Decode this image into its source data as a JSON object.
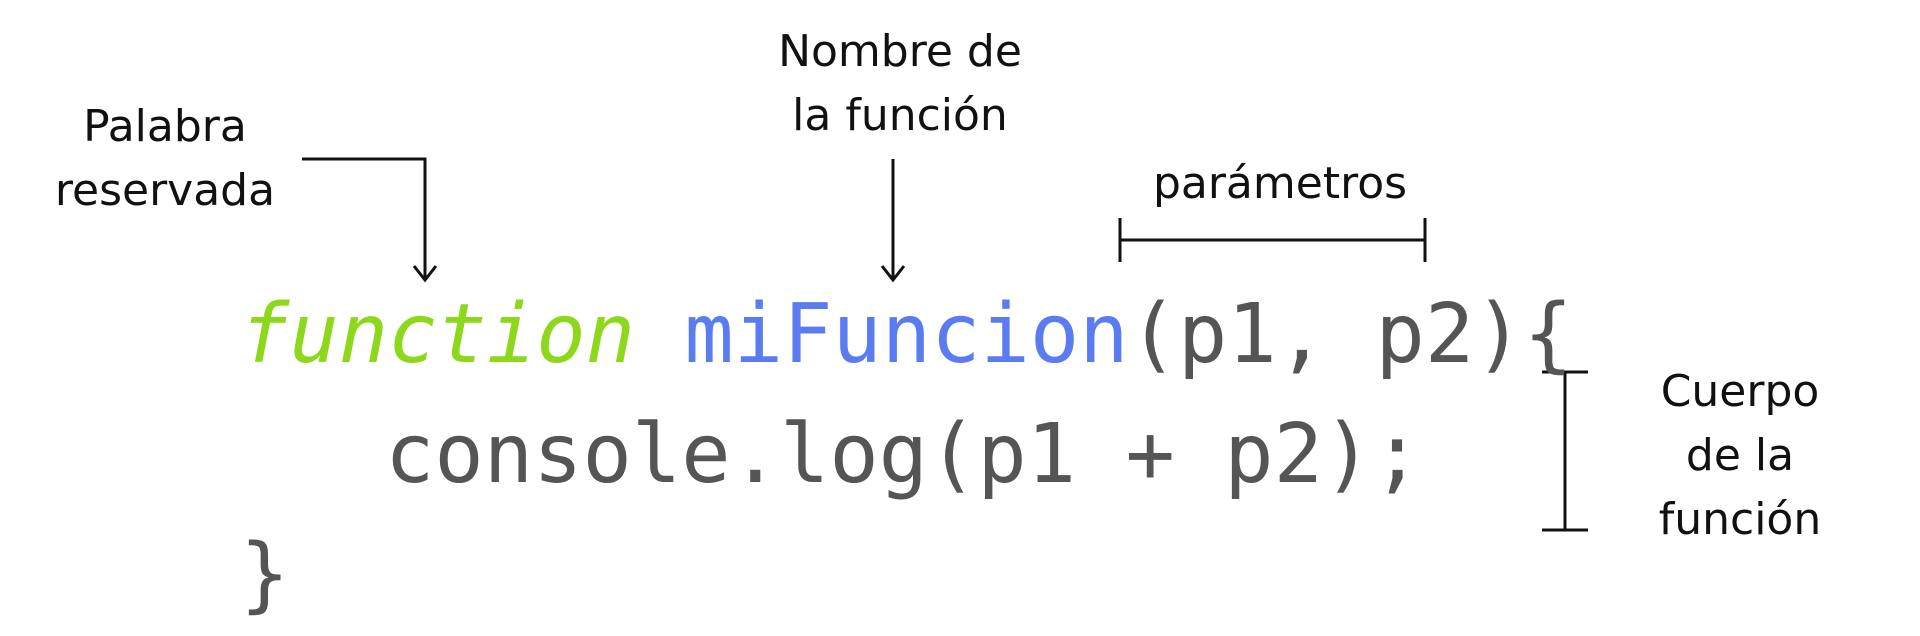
{
  "annotations": {
    "keyword": [
      "Palabra",
      "reservada"
    ],
    "function_name": [
      "Nombre de",
      "la función"
    ],
    "parameters": "parámetros",
    "body": [
      "Cuerpo",
      "de la",
      "función"
    ]
  },
  "code": {
    "keyword": "function",
    "name": "miFuncion",
    "params": "(p1, p2){",
    "body_line": "console.log(p1 + p2);",
    "closing": "}"
  },
  "colors": {
    "keyword": "#8ed81c",
    "function_name": "#5b7cf0",
    "code_text": "#555555",
    "annotation": "#111111"
  }
}
